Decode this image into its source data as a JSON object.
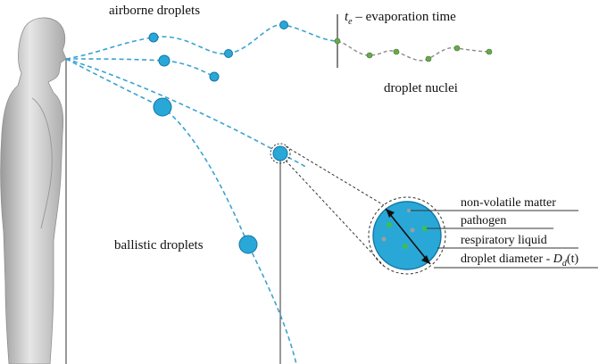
{
  "labels": {
    "airborne": "airborne droplets",
    "evap_symbol": "t",
    "evap_sub": "e",
    "evap_text": " – evaporation time",
    "nuclei": "droplet nuclei",
    "ballistic": "ballistic droplets",
    "non_volatile": "non-volatile matter",
    "pathogen": "pathogen",
    "respiratory": "respiratory liquid",
    "diameter_prefix": "droplet diameter - ",
    "diameter_symbol": "D",
    "diameter_sub": "d",
    "diameter_arg": "(t)"
  },
  "colors": {
    "droplet_fill": "#29a8d8",
    "droplet_stroke": "#1177a6",
    "trajectory": "#3ba3cf",
    "nuclei_dot": "#6aa84f",
    "nuclei_line": "#8a8a8a",
    "body_skin": "#c9c9c9",
    "pathogen_green": "#39c24a",
    "matter_grey": "#9e9e9e"
  },
  "icons": {
    "human_figure": "human-silhouette-icon",
    "droplet": "circle-droplet-icon"
  }
}
